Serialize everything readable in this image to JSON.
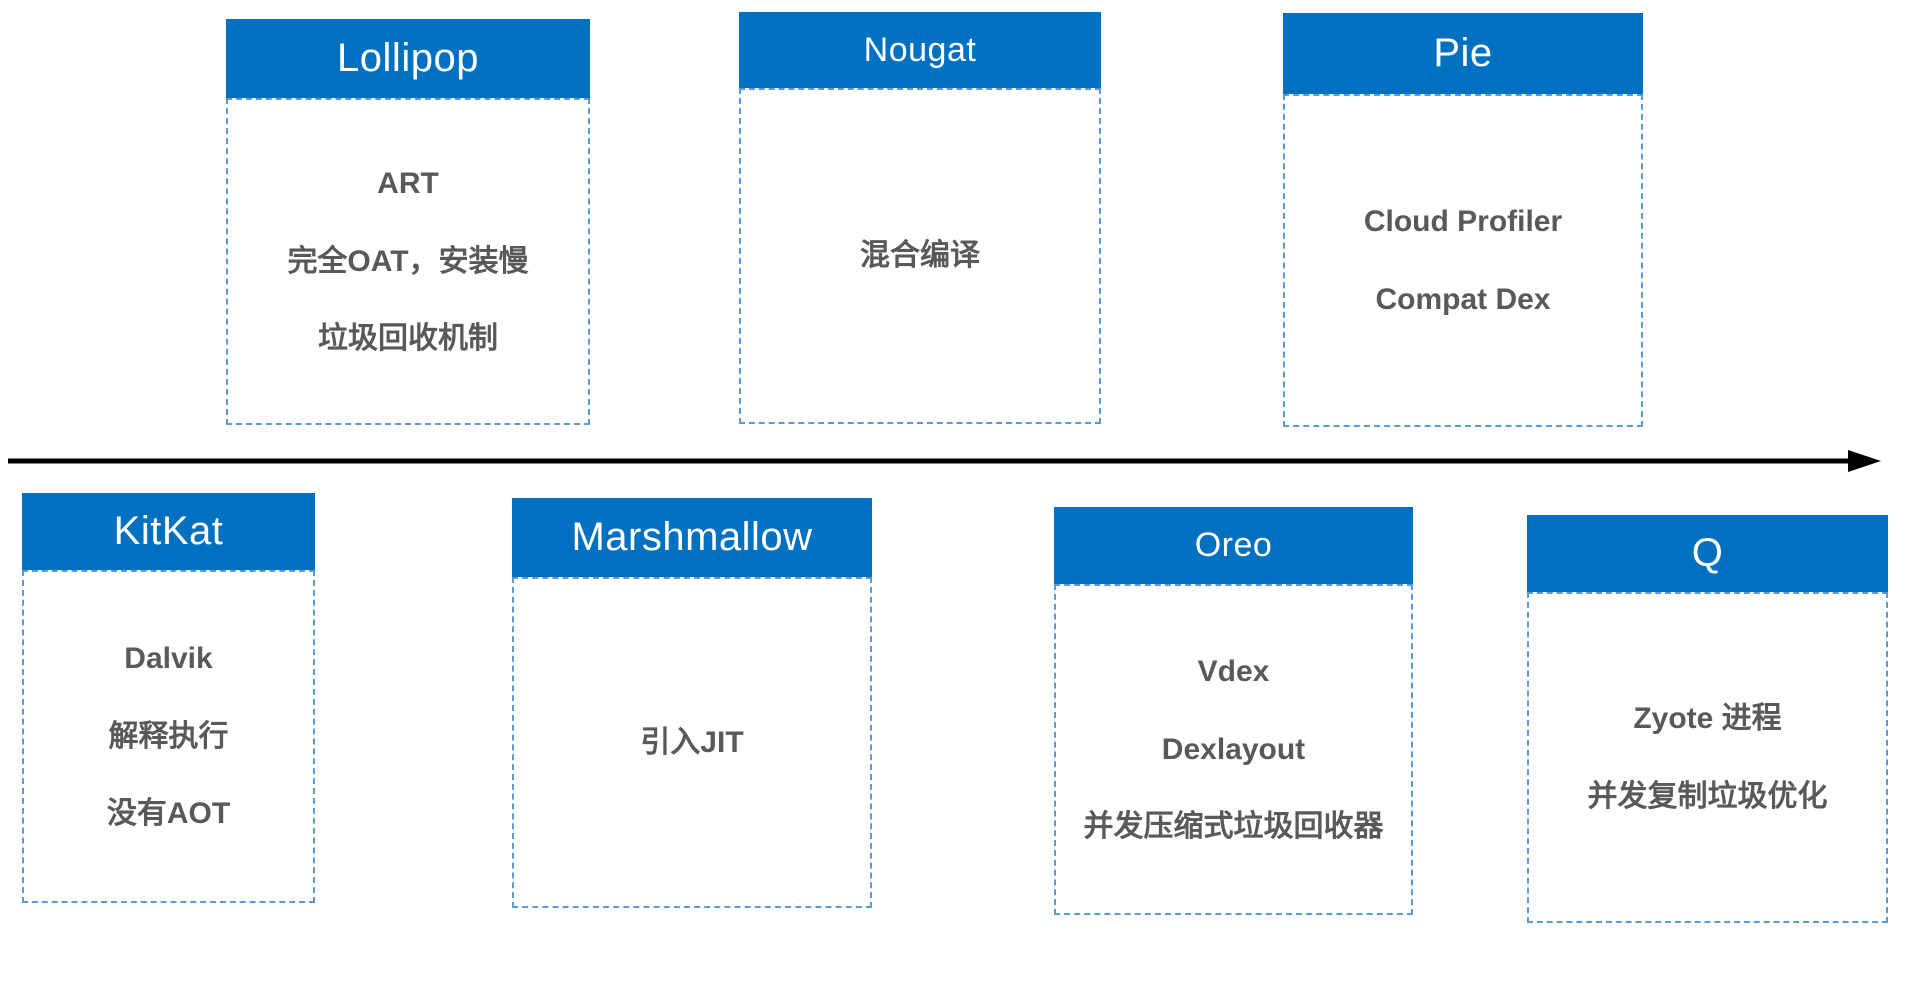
{
  "diagram": {
    "type": "timeline",
    "arrow_direction": "right"
  },
  "colors": {
    "header_bg": "#0070C0",
    "header_text": "#FFFFFF",
    "body_border": "#5B9BD5",
    "body_text": "#595959",
    "arrow": "#000000",
    "canvas_bg": "#FFFFFF"
  },
  "cards": [
    {
      "key": "lollipop",
      "row": "top",
      "title": "Lollipop",
      "lines": [
        "ART",
        "完全OAT，安装慢",
        "垃圾回收机制"
      ]
    },
    {
      "key": "nougat",
      "row": "top",
      "title": "Nougat",
      "lines": [
        "混合编译"
      ]
    },
    {
      "key": "pie",
      "row": "top",
      "title": "Pie",
      "lines": [
        "Cloud Profiler",
        "Compat Dex"
      ]
    },
    {
      "key": "kitkat",
      "row": "bottom",
      "title": "KitKat",
      "lines": [
        "Dalvik",
        "解释执行",
        "没有AOT"
      ]
    },
    {
      "key": "marshmallow",
      "row": "bottom",
      "title": "Marshmallow",
      "lines": [
        "引入JIT"
      ]
    },
    {
      "key": "oreo",
      "row": "bottom",
      "title": "Oreo",
      "lines": [
        "Vdex",
        "Dexlayout",
        "并发压缩式垃圾回收器"
      ]
    },
    {
      "key": "q",
      "row": "bottom",
      "title": "Q",
      "lines": [
        "Zyote 进程",
        "并发复制垃圾优化"
      ]
    }
  ]
}
